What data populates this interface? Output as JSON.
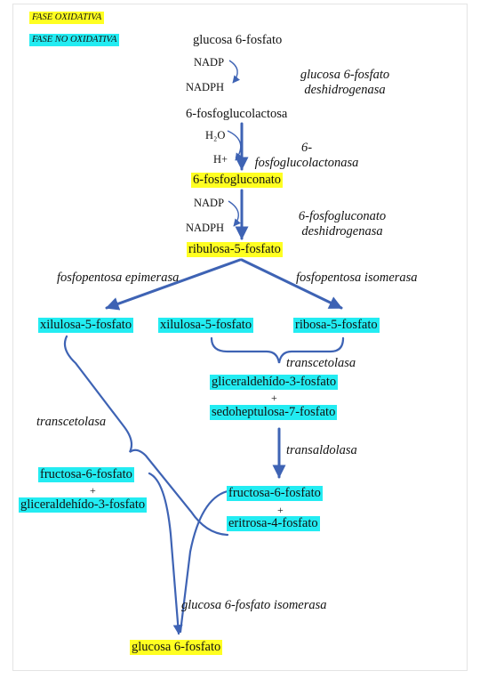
{
  "legend": {
    "oxidative": "FASE OXIDATIVA",
    "non_oxidative": "FASE NO OXIDATIVA",
    "oxidative_color": "#ffff21",
    "non_oxidative_color": "#23ecf2"
  },
  "oxidative": {
    "g6p": "glucosa 6-fosfato",
    "nadp_1": "NADP",
    "nadph_1": "NADPH",
    "enzyme_1": [
      "glucosa 6-fosfato",
      "deshidrogenasa"
    ],
    "lactone": "6-fosfoglucolactosa",
    "h2o": "H₂O",
    "hplus": "H+",
    "enzyme_2": [
      "6-",
      "fosfoglucolactonasa"
    ],
    "gluconate": "6-fosfogluconato",
    "nadp_2": "NADP",
    "nadph_2": "NADPH",
    "enzyme_3": [
      "6-fosfogluconato",
      "deshidrogenasa"
    ],
    "ribulose": "ribulosa-5-fosfato"
  },
  "non_oxidative": {
    "epimerase": "fosfopentosa epimerasa",
    "isomerase": "fosfopentosa isomerasa",
    "xylulose_left": "xilulosa-5-fosfato",
    "xylulose_mid": "xilulosa-5-fosfato",
    "ribose": "ribosa-5-fosfato",
    "transketolase_1": "transcetolasa",
    "gap_1": "gliceraldehído-3-fosfato",
    "plus_1": "+",
    "sedoheptulose": "sedoheptulosa-7-fosfato",
    "transaldolase": "transaldolasa",
    "transketolase_2": "transcetolasa",
    "f6p_left": "fructosa-6-fosfato",
    "plus_2": "+",
    "gap_2": "gliceraldehído-3-fosfato",
    "f6p_right": "fructosa-6-fosfato",
    "plus_3": "+",
    "erythrose": "eritrosa-4-fosfato",
    "g6p_isomerase": "glucosa 6-fosfato isomerasa",
    "g6p_final": "glucosa 6-fosfato"
  },
  "arrow_color": "#3e63b4"
}
